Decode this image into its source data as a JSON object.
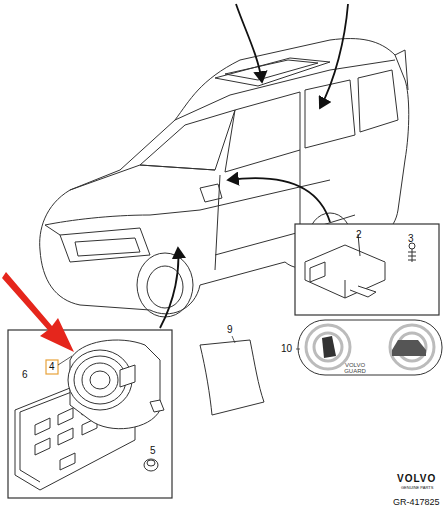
{
  "diagram": {
    "labels": [
      "2",
      "3",
      "4",
      "5",
      "6",
      "9",
      "10",
      "VOLVO GUARD",
      "VOLVO",
      "GENUINE PARTS",
      "GR-417825"
    ]
  }
}
